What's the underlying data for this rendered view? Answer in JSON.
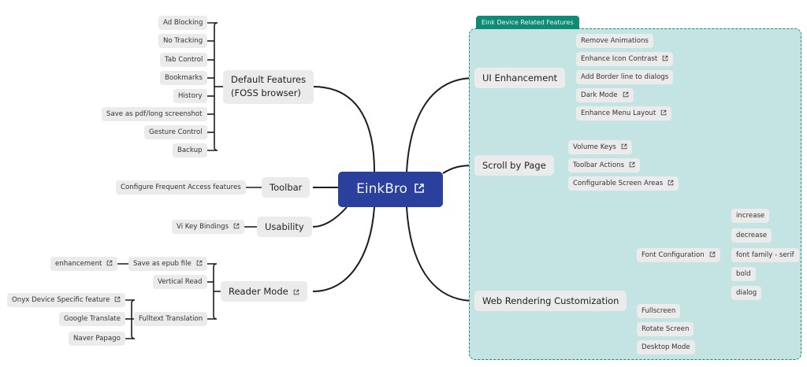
{
  "root": {
    "label": "EinkBro",
    "icon": "external-link-icon"
  },
  "region": {
    "title": "Eink Device Related Features",
    "fill": "#c4e4e3",
    "border": "#10907f"
  },
  "left": {
    "default_features": {
      "label": "Default Features (FOSS browser)",
      "line1": "Default Features",
      "line2": "(FOSS browser)",
      "children": [
        "Ad Blocking",
        "No Tracking",
        "Tab Control",
        "Bookmarks",
        "History",
        "Save as pdf/long screenshot",
        "Gesture Control",
        "Backup"
      ]
    },
    "toolbar": {
      "label": "Toolbar",
      "children": [
        "Configure Frequent Access features"
      ]
    },
    "usability": {
      "label": "Usability",
      "children": [
        {
          "label": "Vi Key Bindings",
          "link": true
        }
      ]
    },
    "reader_mode": {
      "label": "Reader Mode",
      "link": true,
      "children": [
        {
          "label": "Save as epub file",
          "link": true,
          "children": [
            {
              "label": "enhancement",
              "link": true
            }
          ]
        },
        {
          "label": "Vertical Read"
        },
        {
          "label": "Fulltext Translation",
          "children": [
            {
              "label": "Onyx Device Specific feature",
              "link": true
            },
            {
              "label": "Google Translate"
            },
            {
              "label": "Naver Papago"
            }
          ]
        }
      ]
    }
  },
  "right": {
    "ui_enhancement": {
      "label": "UI Enhancement",
      "children": [
        {
          "label": "Remove Animations"
        },
        {
          "label": "Enhance Icon Contrast",
          "link": true
        },
        {
          "label": "Add Border line to dialogs"
        },
        {
          "label": "Dark Mode",
          "link": true
        },
        {
          "label": "Enhance Menu Layout",
          "link": true
        }
      ]
    },
    "scroll_by_page": {
      "label": "Scroll by Page",
      "children": [
        {
          "label": "Volume Keys",
          "link": true
        },
        {
          "label": "Toolbar Actions",
          "link": true
        },
        {
          "label": "Configurable Screen Areas",
          "link": true
        }
      ]
    },
    "web_rendering": {
      "label": "Web Rendering Customization",
      "children": [
        {
          "label": "Font Configuration",
          "link": true,
          "children": [
            "increase",
            "decrease",
            "font family - serif",
            "bold",
            "dialog"
          ]
        },
        {
          "label": "Fullscreen"
        },
        {
          "label": "Rotate Screen"
        },
        {
          "label": "Desktop Mode"
        }
      ]
    }
  },
  "colors": {
    "root": "#2b3f9c",
    "node": "#ebebeb",
    "line": "#1c1c1c",
    "tab": "#0f8a75"
  }
}
